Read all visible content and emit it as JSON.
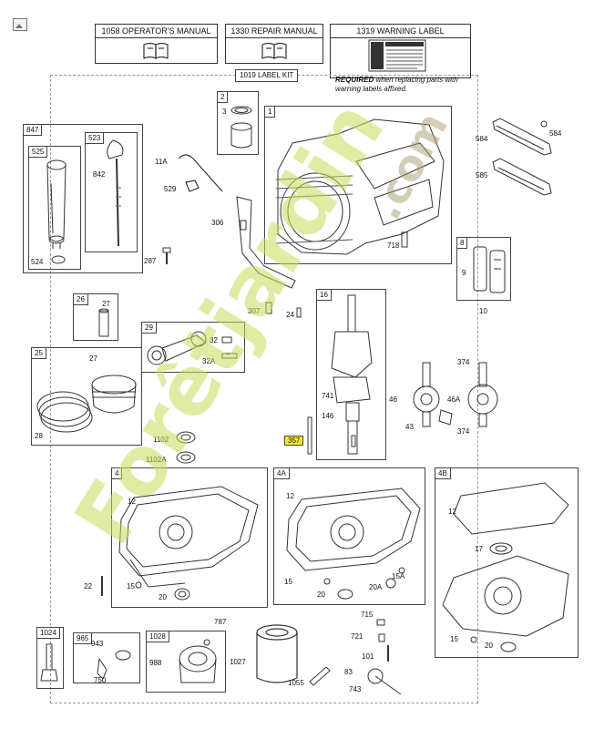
{
  "manuals": {
    "operators": "1058 OPERATOR'S MANUAL",
    "repair": "1330 REPAIR MANUAL",
    "warning": "1319 WARNING LABEL"
  },
  "warning_note": {
    "bold": "REQUIRED",
    "rest": " when replacing parts with warning labels affixed."
  },
  "label_kit": "1019 LABEL KIT",
  "highlighted_part": "357",
  "boxes": {
    "b847": "847",
    "b525": "525",
    "b523": "523",
    "b2": "2",
    "b1": "1",
    "b8": "8",
    "b26": "26",
    "b29": "29",
    "b25": "25",
    "b16": "16",
    "b4": "4",
    "b4a": "4A",
    "b4b": "4B",
    "b1024": "1024",
    "b965": "965",
    "b1028": "1028"
  },
  "part_labels": {
    "p3": "3",
    "p11a": "11A",
    "p529": "529",
    "p842": "842",
    "p524": "524",
    "p287": "287",
    "p306": "306",
    "p718": "718",
    "p584a": "584",
    "p584b": "584",
    "p585": "585",
    "p9": "9",
    "p10": "10",
    "p307": "307",
    "p24": "24",
    "p27a": "27",
    "p32": "32",
    "p32a": "32A",
    "p27b": "27",
    "p28": "28",
    "p741": "741",
    "p146": "146",
    "p374a": "374",
    "p46": "46",
    "p46a": "46A",
    "p43": "43",
    "p374b": "374",
    "p1102": "1102",
    "p1102a": "1102A",
    "p12a": "12",
    "p12b": "12",
    "p12c": "12",
    "p17": "17",
    "p22": "22",
    "p15a": "15",
    "p20a": "20",
    "p15b": "15",
    "p20b": "20",
    "p20c": "20A",
    "p15c": "15A",
    "p15d": "15",
    "p20d": "20",
    "p787": "787",
    "p715": "715",
    "p721": "721",
    "p101": "101",
    "p83": "83",
    "p743": "743",
    "p943": "943",
    "p750": "750",
    "p988": "988",
    "p1027": "1027",
    "p1055": "1055"
  },
  "watermark": {
    "main": "Forêtjardin",
    "tld": ".com"
  },
  "colors": {
    "highlight": "#f5ea2a",
    "watermark_green": "#c8dc5a",
    "watermark_orange": "#f0a040",
    "watermark_brown": "#a89a70"
  }
}
